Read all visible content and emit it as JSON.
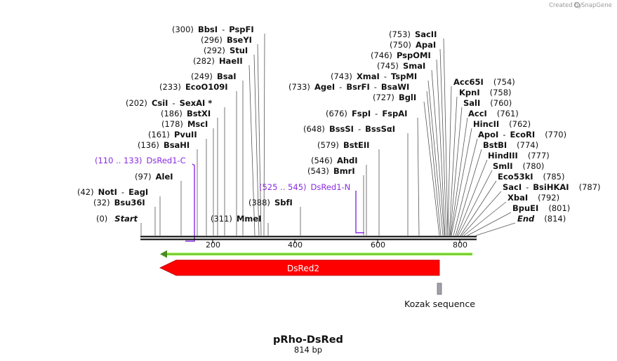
{
  "brand": {
    "created_by": "Created by",
    "app": "SnapGene"
  },
  "plasmid": {
    "name": "pRho-DsRed",
    "size": "814 bp"
  },
  "axis": {
    "ticks": [
      "200",
      "400",
      "600",
      "800"
    ]
  },
  "sites": [
    {
      "pos": "(300)",
      "name": "BbsI",
      "extra": "PspFI"
    },
    {
      "pos": "(296)",
      "name": "BseYI"
    },
    {
      "pos": "(292)",
      "name": "StuI"
    },
    {
      "pos": "(282)",
      "name": "HaeII"
    },
    {
      "pos": "(249)",
      "name": "BsaI"
    },
    {
      "pos": "(233)",
      "name": "EcoO109I"
    },
    {
      "pos": "(202)",
      "name": "CsiI",
      "extra": "SexAI *"
    },
    {
      "pos": "(186)",
      "name": "BstXI"
    },
    {
      "pos": "(178)",
      "name": "MscI"
    },
    {
      "pos": "(161)",
      "name": "PvuII"
    },
    {
      "pos": "(136)",
      "name": "BsaHI"
    },
    {
      "pos": "(97)",
      "name": "AleI"
    },
    {
      "pos": "(42)",
      "name": "NotI",
      "extra": "EagI"
    },
    {
      "pos": "(32)",
      "name": "Bsu36I"
    },
    {
      "pos": "(0)",
      "name": "Start",
      "italic": true
    },
    {
      "pos": "(311)",
      "name": "MmeI"
    },
    {
      "pos": "(388)",
      "name": "SbfI"
    },
    {
      "pos": "(753)",
      "name": "SacII"
    },
    {
      "pos": "(750)",
      "name": "ApaI"
    },
    {
      "pos": "(746)",
      "name": "PspOMI"
    },
    {
      "pos": "(745)",
      "name": "SmaI"
    },
    {
      "pos": "(743)",
      "name": "XmaI",
      "extra": "TspMI"
    },
    {
      "pos": "(733)",
      "name": "AgeI",
      "extra": "BsrFI",
      "extra2": "BsaWI"
    },
    {
      "pos": "(727)",
      "name": "BglI"
    },
    {
      "pos": "(676)",
      "name": "FspI",
      "extra": "FspAI"
    },
    {
      "pos": "(648)",
      "name": "BssSI",
      "extra": "BssSαI"
    },
    {
      "pos": "(579)",
      "name": "BstEII"
    },
    {
      "pos": "(546)",
      "name": "AhdI"
    },
    {
      "pos": "(543)",
      "name": "BmrI"
    },
    {
      "name": "Acc65I",
      "pos": "(754)"
    },
    {
      "name": "KpnI",
      "pos": "(758)"
    },
    {
      "name": "SalI",
      "pos": "(760)"
    },
    {
      "name": "AccI",
      "pos": "(761)"
    },
    {
      "name": "HincII",
      "pos": "(762)"
    },
    {
      "name": "ApoI",
      "extra": "EcoRI",
      "pos": "(770)"
    },
    {
      "name": "BstBI",
      "pos": "(774)"
    },
    {
      "name": "HindIII",
      "pos": "(777)"
    },
    {
      "name": "SmlI",
      "pos": "(780)"
    },
    {
      "name": "Eco53kI",
      "pos": "(785)"
    },
    {
      "name": "SacI",
      "extra": "BsiHKAI",
      "pos": "(787)"
    },
    {
      "name": "XbaI",
      "pos": "(792)"
    },
    {
      "name": "BpuEI",
      "pos": "(801)"
    },
    {
      "name": "End",
      "pos": "(814)",
      "italic": true
    }
  ],
  "primers": [
    {
      "range": "(110 .. 133)",
      "name": "DsRed1-C"
    },
    {
      "range": "(525 .. 545)",
      "name": "DsRed1-N"
    }
  ],
  "features": [
    {
      "name": "DsRed2",
      "color": "#ff0000"
    },
    {
      "name": "Kozak sequence",
      "color": "#a0a0a8"
    }
  ],
  "colors": {
    "primer": "#8a2be2",
    "orf": "#90ee40",
    "backbone": "#000000"
  }
}
